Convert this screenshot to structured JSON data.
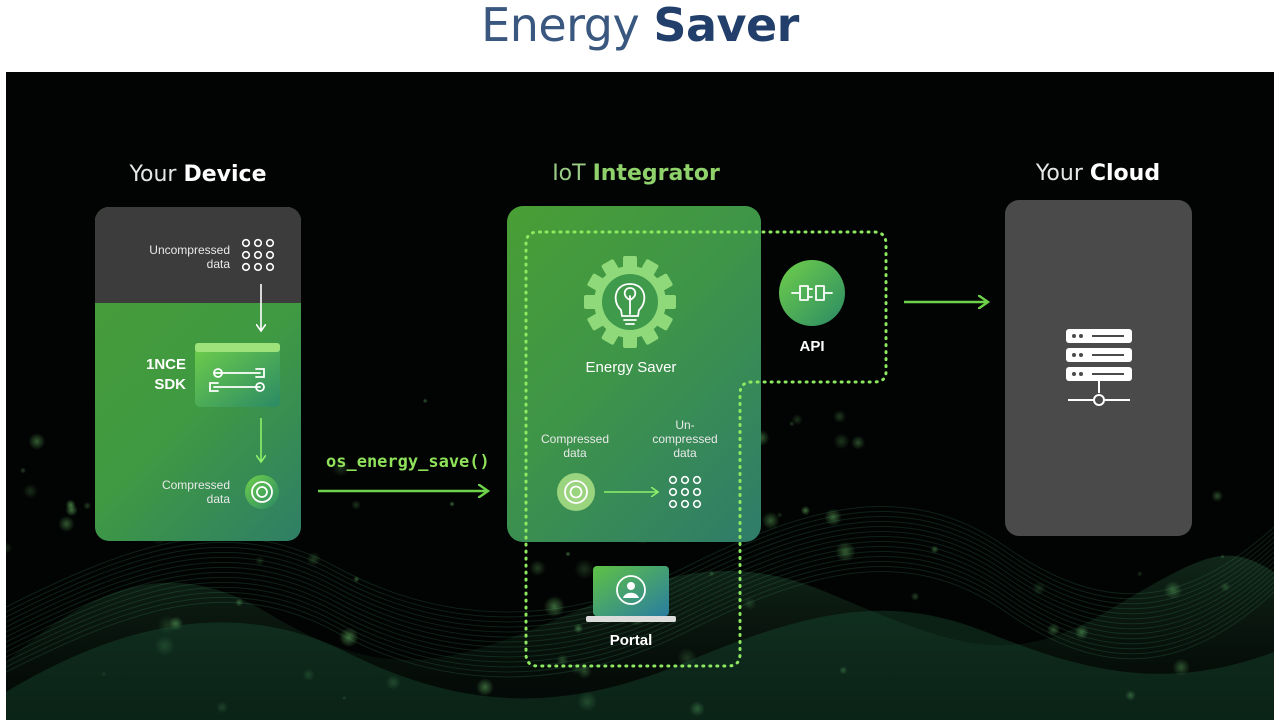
{
  "title": {
    "part1": "Energy",
    "part2": "Saver"
  },
  "device": {
    "title_light": "Your",
    "title_bold": "Device",
    "uncompressed_line1": "Uncompressed",
    "uncompressed_line2": "data",
    "sdk_line1": "1NCE",
    "sdk_line2": "SDK",
    "compressed_line1": "Compressed",
    "compressed_line2": "data"
  },
  "function_call": "os_energy_save()",
  "integrator": {
    "title_light": "IoT",
    "title_bold": "Integrator",
    "energy_saver": "Energy Saver",
    "compressed_line1": "Compressed",
    "compressed_line2": "data",
    "uncompressed_line1": "Un-",
    "uncompressed_line2": "compressed",
    "uncompressed_line3": "data",
    "api": "API",
    "portal": "Portal"
  },
  "cloud": {
    "title_light": "Your",
    "title_bold": "Cloud"
  },
  "icons": [
    "data-grid-icon",
    "arrow-down-icon",
    "sdk-tools-icon",
    "compressed-data-icon",
    "gear-lightbulb-icon",
    "plug-icon",
    "laptop-user-icon",
    "server-icon",
    "arrow-right-icon"
  ],
  "colors": {
    "accent_green": "#8fe25a",
    "card_green": "#3f9a42",
    "dark_bg": "#020403",
    "title_blue": "#2c4a73",
    "cloud_gray": "#4a4a4a"
  }
}
